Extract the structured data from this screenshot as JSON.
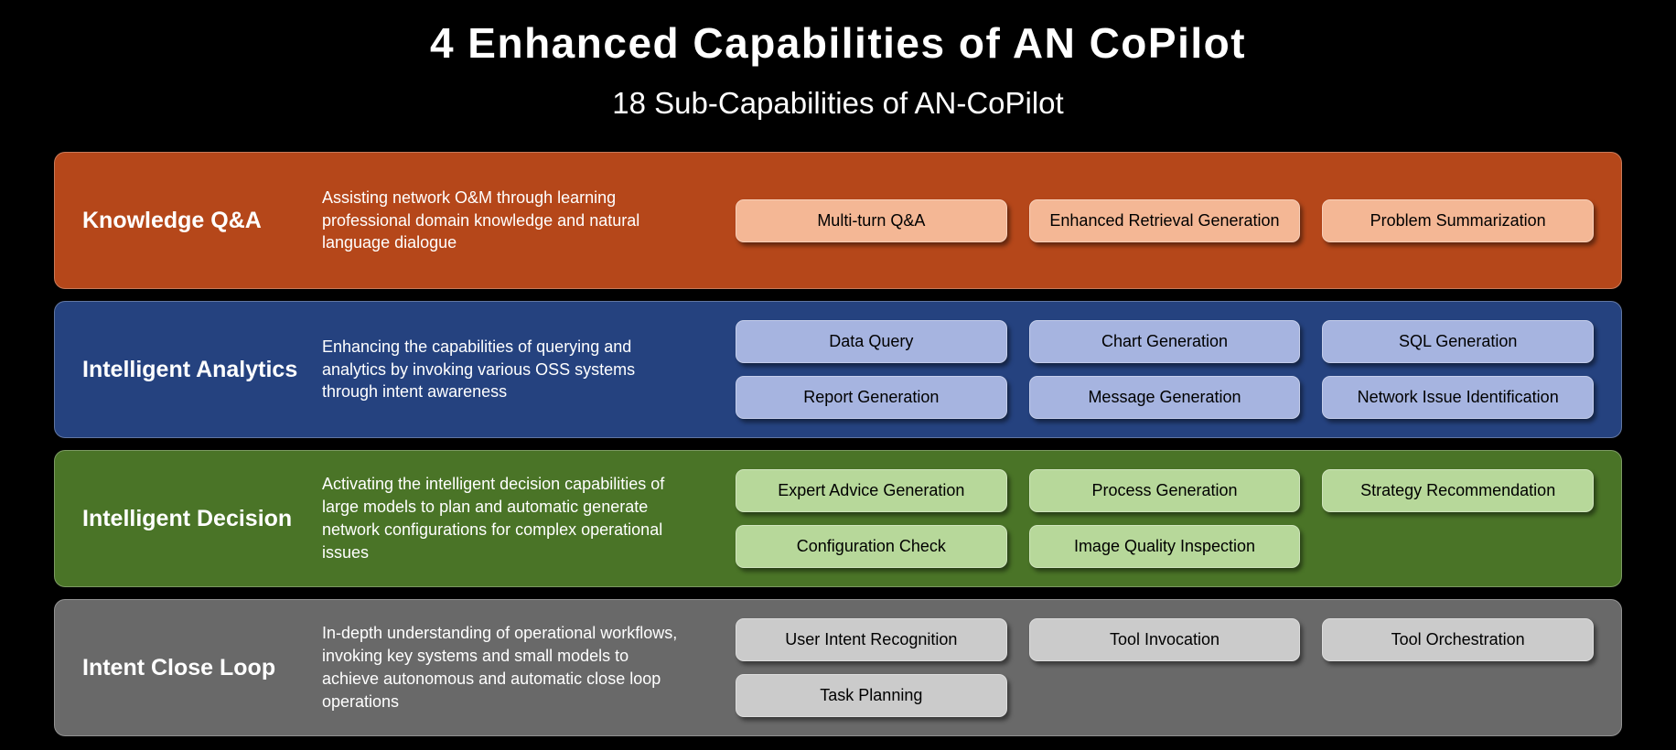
{
  "header": {
    "title": "4 Enhanced Capabilities of AN CoPilot",
    "subtitle": "18 Sub-Capabilities of AN-CoPilot"
  },
  "rows": [
    {
      "id": "knowledge-qa",
      "title": "Knowledge Q&A",
      "description": "Assisting network O&M through learning professional domain knowledge and natural language dialogue",
      "row_color": "#b5471a",
      "pill_color": "#f4b795",
      "pills": [
        "Multi-turn Q&A",
        "Enhanced Retrieval Generation",
        "Problem Summarization"
      ]
    },
    {
      "id": "intelligent-analytics",
      "title": "Intelligent Analytics",
      "description": "Enhancing the capabilities of querying and analytics by invoking various OSS systems through intent awareness",
      "row_color": "#25427f",
      "pill_color": "#a6b4e0",
      "pills": [
        "Data Query",
        "Chart Generation",
        "SQL Generation",
        "Report Generation",
        "Message Generation",
        "Network Issue Identification"
      ]
    },
    {
      "id": "intelligent-decision",
      "title": "Intelligent Decision",
      "description": "Activating the intelligent decision capabilities of large models to plan and automatic generate network configurations for complex operational issues",
      "row_color": "#4a7427",
      "pill_color": "#b7d89a",
      "pills": [
        "Expert Advice Generation",
        "Process Generation",
        "Strategy Recommendation",
        "Configuration Check",
        "Image Quality Inspection"
      ]
    },
    {
      "id": "intent-close-loop",
      "title": "Intent Close Loop",
      "description": "In-depth understanding of operational workflows, invoking key systems and small models to achieve autonomous and automatic close loop operations",
      "row_color": "#696969",
      "pill_color": "#cbcbcb",
      "pills": [
        "User Intent Recognition",
        "Tool Invocation",
        "Tool Orchestration",
        "Task Planning"
      ]
    }
  ]
}
